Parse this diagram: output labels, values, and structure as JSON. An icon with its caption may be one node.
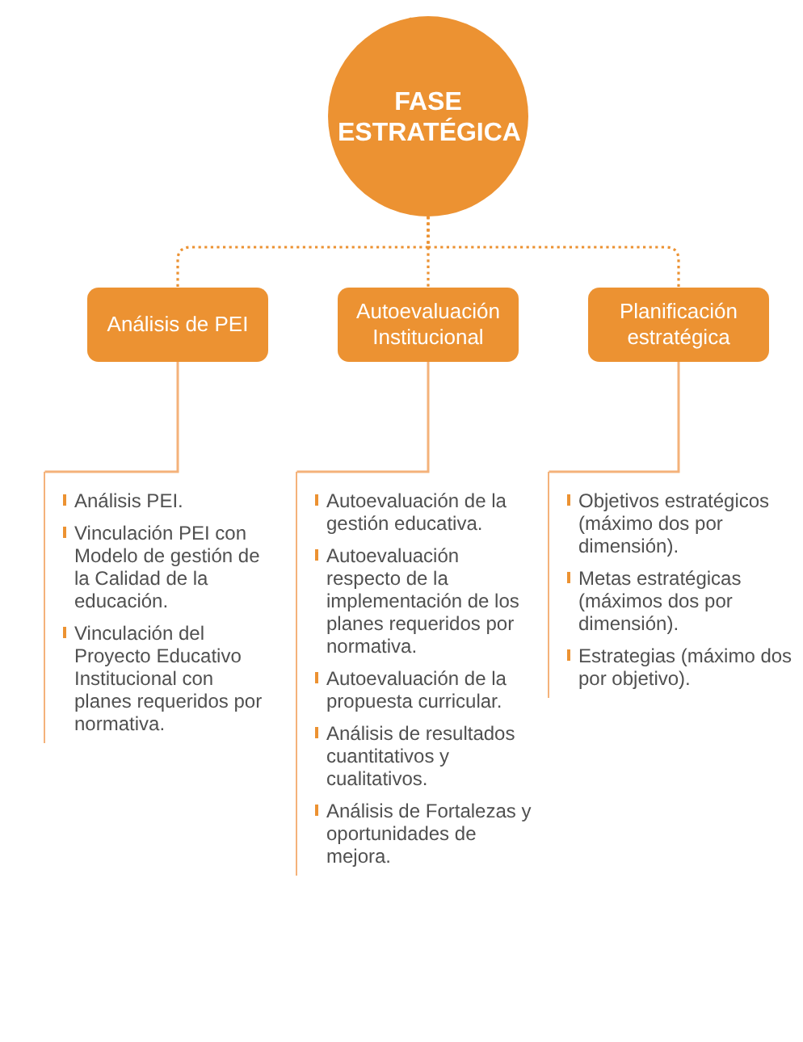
{
  "diagram": {
    "nodes": [
      {
        "text": [
          "FASE ESTRATÉGICA"
        ]
      },
      {
        "text": [
          "Análisis de PEI"
        ]
      },
      {
        "text": [
          "Autoevaluación Institucional"
        ]
      },
      {
        "text": [
          "Planificación estratégica"
        ]
      },
      {
        "text": [
          "Análisis PEI.",
          "Vinculación PEI con Modelo de gestión de la Calidad de la educación.",
          "Vinculación del Proyecto Educativo Institucional con planes requeridos por normativa."
        ]
      },
      {
        "text": [
          "Autoevaluación de la gestión educativa.",
          "Autoevaluación respecto de la implementación de los planes requeridos por normativa.",
          "Autoevaluación de la propuesta curricular.",
          "Análisis de resultados cuantitativos y cualitativos.",
          "Análisis de Fortalezas y oportunidades de mejora."
        ]
      },
      {
        "text": [
          "Objetivos estratégicos (máximo dos por dimensión).",
          "Metas estratégicas (máximos dos por dimensión).",
          "Estrategias (máximo dos por objetivo)."
        ]
      }
    ],
    "edges": [
      {
        "from": 0,
        "to": 1,
        "arrow": "none",
        "style": "dashed"
      },
      {
        "from": 0,
        "to": 2,
        "arrow": "none",
        "style": "dashed"
      },
      {
        "from": 0,
        "to": 3,
        "arrow": "none",
        "style": "dashed"
      },
      {
        "from": 1,
        "to": 4,
        "arrow": "none",
        "color": "#f4b27a"
      },
      {
        "from": 2,
        "to": 5,
        "arrow": "none",
        "color": "#f4b27a"
      },
      {
        "from": 3,
        "to": 6,
        "arrow": "none",
        "color": "#f4b27a"
      }
    ]
  }
}
